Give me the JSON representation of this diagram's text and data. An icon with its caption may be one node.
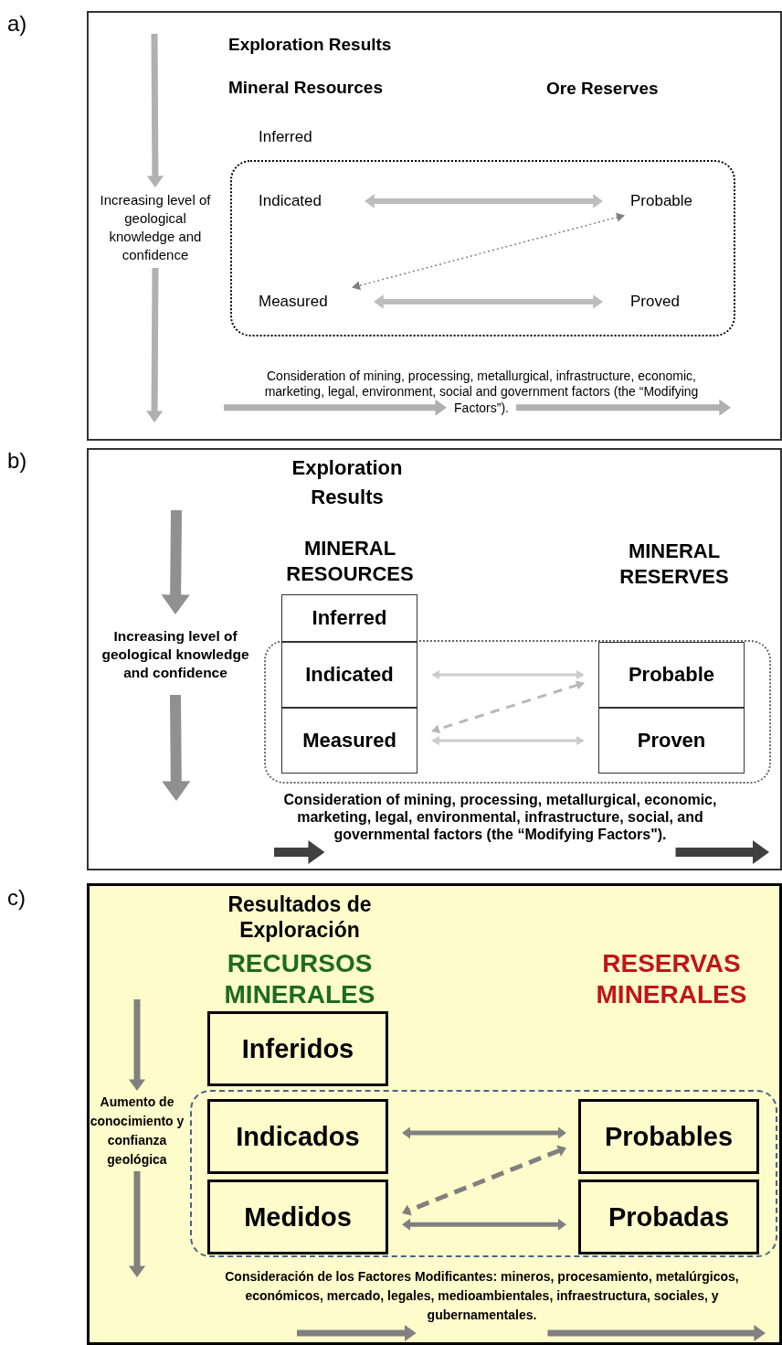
{
  "diagram": {
    "nodes": [
      {
        "text": [],
        "shape": "box"
      },
      {
        "text": [
          "Increasing level of geological knowledge and confidence"
        ],
        "in": 0
      },
      {
        "text": [],
        "shape": "box",
        "in": 0
      },
      {
        "text": [
          "Indicated"
        ],
        "in": 2
      },
      {
        "text": [
          "Probable"
        ],
        "in": 2
      },
      {
        "text": [
          "Measured"
        ],
        "in": 2
      },
      {
        "text": [
          "Proved"
        ],
        "in": 2
      },
      {
        "text": [
          "Consideration of mining, processing, metallurgical, infrastructure, economic, marketing, legal, environment, social and government factors (the “Modifying Factors”)."
        ],
        "in": 0
      },
      {
        "text": [],
        "shape": "box"
      },
      {
        "text": [
          "Increasing level of geological knowledge and confidence"
        ],
        "in": 8
      },
      {
        "text": [
          "Inferred"
        ],
        "in": 8
      },
      {
        "text": [],
        "shape": "box",
        "in": 8
      },
      {
        "text": [
          "Indicated"
        ],
        "in": 11
      },
      {
        "text": [
          "Probable"
        ],
        "in": 11
      },
      {
        "text": [
          "Measured"
        ],
        "in": 11
      },
      {
        "text": [
          "Proven"
        ],
        "in": 11
      },
      {
        "text": [
          "Consideration of mining, processing, metallurgical, economic, marketing, legal, environmental, infrastructure, social, and governmental factors (the “Modifying Factors\")."
        ],
        "in": 8
      },
      {
        "text": [],
        "shape": "box"
      },
      {
        "text": [
          "Aumento de conocimiento y confianza geológica"
        ],
        "in": 17
      },
      {
        "text": [
          "Inferidos"
        ],
        "in": 17
      },
      {
        "text": [],
        "shape": "box",
        "in": 17
      },
      {
        "text": [
          "Indicados"
        ],
        "in": 20
      },
      {
        "text": [
          "Probables"
        ],
        "in": 20
      },
      {
        "text": [
          "Medidos"
        ],
        "in": 20
      },
      {
        "text": [
          "Probadas"
        ],
        "in": 20
      },
      {
        "text": [
          "Consideración de los Factores Modificantes: mineros, procesamiento, metalúrgicos, económicos, mercado, legales, medioambientales, infraestructura, sociales, y gubernamentales."
        ],
        "in": 17
      }
    ],
    "edges": [
      {
        "from": null,
        "to": 1,
        "arrow": "to",
        "color": "#b0b0b0"
      },
      {
        "from": 1,
        "to": null,
        "arrow": "to",
        "color": "#b0b0b0"
      },
      {
        "from": 3,
        "to": 4,
        "arrow": "both",
        "color": "#bdbdbd"
      },
      {
        "from": 4,
        "to": 5,
        "arrow": "both",
        "style": "dashed",
        "color": "#808080"
      },
      {
        "from": 5,
        "to": 6,
        "arrow": "both",
        "color": "#bdbdbd"
      },
      {
        "from": null,
        "to": 7,
        "arrow": "to",
        "color": "#b0b0b0"
      },
      {
        "from": 7,
        "to": null,
        "arrow": "to",
        "color": "#b0b0b0"
      },
      {
        "from": null,
        "to": 9,
        "arrow": "to",
        "color": "#909090"
      },
      {
        "from": 9,
        "to": null,
        "arrow": "to",
        "color": "#909090"
      },
      {
        "from": 12,
        "to": 13,
        "arrow": "both",
        "color": "#cccccc"
      },
      {
        "from": 13,
        "to": 14,
        "arrow": "both",
        "style": "dashed",
        "color": "#b8b8b8"
      },
      {
        "from": 14,
        "to": 15,
        "arrow": "both",
        "color": "#cccccc"
      },
      {
        "from": null,
        "to": 16,
        "arrow": "to",
        "color": "#404040"
      },
      {
        "from": 16,
        "to": null,
        "arrow": "to",
        "color": "#404040"
      },
      {
        "from": null,
        "to": 18,
        "arrow": "to",
        "color": "#808080"
      },
      {
        "from": 18,
        "to": null,
        "arrow": "to",
        "color": "#808080"
      },
      {
        "from": 21,
        "to": 22,
        "arrow": "both",
        "color": "#808080"
      },
      {
        "from": 22,
        "to": 23,
        "arrow": "both",
        "style": "dashed",
        "color": "#808080"
      },
      {
        "from": 23,
        "to": 24,
        "arrow": "both",
        "color": "#808080"
      },
      {
        "from": null,
        "to": 25,
        "arrow": "to",
        "color": "#808080"
      },
      {
        "from": 25,
        "to": null,
        "arrow": "to",
        "color": "#808080"
      }
    ],
    "labels": [
      "a)",
      "Exploration Results",
      "Mineral Resources",
      "Ore Reserves",
      "Inferred",
      "b)",
      "Exploration Results",
      "MINERAL RESOURCES",
      "MINERAL RESERVES",
      "c)",
      "Resultados de Exploración",
      "RECURSOS MINERALES",
      "RESERVAS MINERALES"
    ]
  }
}
